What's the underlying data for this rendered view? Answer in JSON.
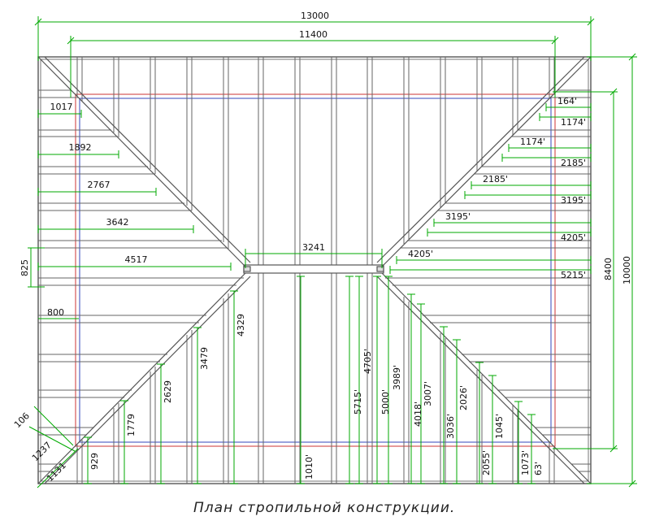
{
  "title": "План стропильной конструкции.",
  "colors": {
    "outline": "#555555",
    "ridge": "#555555",
    "dimension": "#00aa00",
    "wall_red": "#cc3333",
    "wall_blue": "#3344bb",
    "text": "#111111"
  },
  "dims": {
    "overall_width": "13000",
    "inner_width": "11400",
    "overall_height": "10000",
    "inner_height": "8400",
    "ridge_length": "3241",
    "left_offset": "825",
    "left_eave": "800",
    "corner_a": "106",
    "corner_b": "1237",
    "corner_c": "1131",
    "left_jacks": [
      "1017",
      "1892",
      "2767",
      "3642",
      "4517"
    ],
    "right_jacks_inner": [
      "164'",
      "1174'",
      "2185'",
      "3195'",
      "4205'"
    ],
    "right_jacks_outer": [
      "1174'",
      "2185'",
      "3195'",
      "4205'",
      "5215'"
    ],
    "bottom_left": [
      "929",
      "1779",
      "2629",
      "3479",
      "4329"
    ],
    "bottom_center": [
      "1010'",
      "5715'",
      "4705'",
      "5000'",
      "3989'"
    ],
    "bottom_right": [
      "4018'",
      "3007'",
      "3036'",
      "2026'",
      "2055'",
      "1045'",
      "1073'",
      "63'"
    ]
  }
}
